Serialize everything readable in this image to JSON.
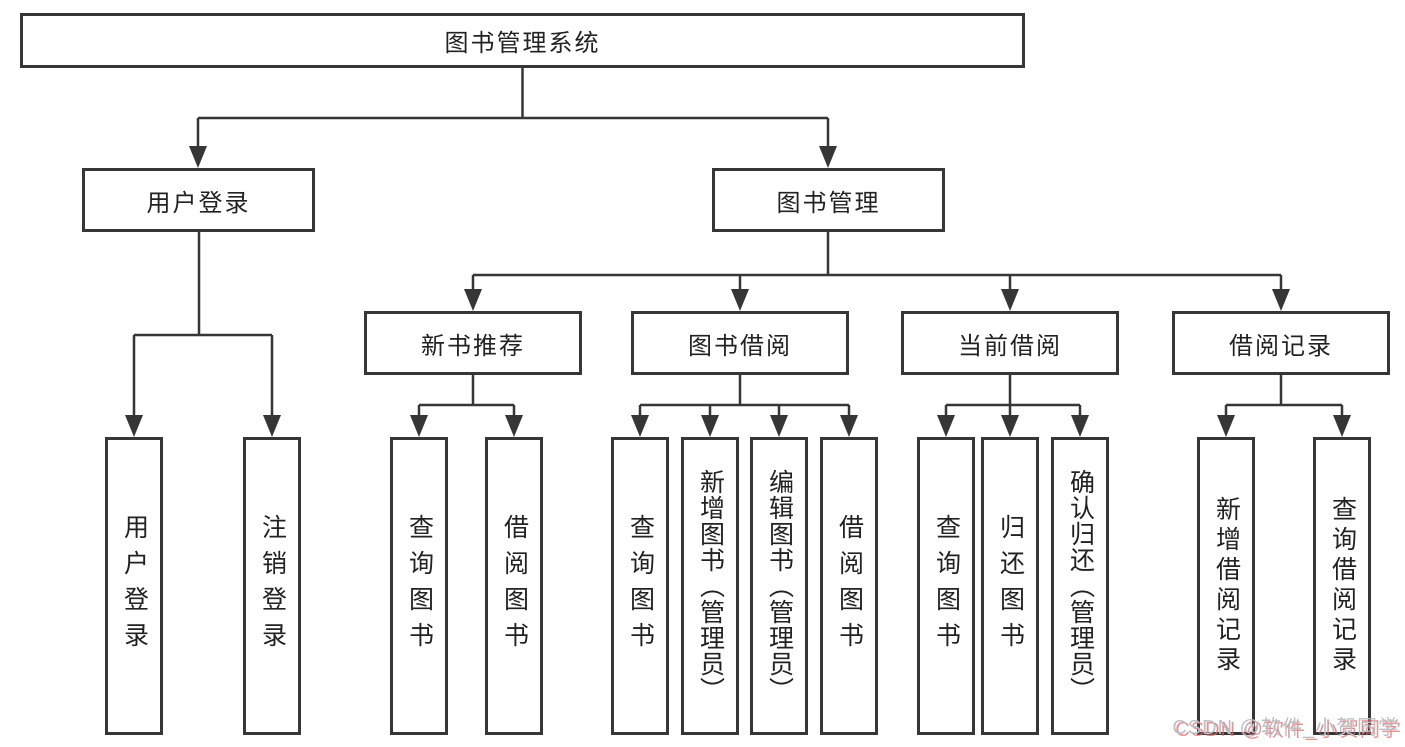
{
  "diagram_title": "图书管理系统",
  "tree": {
    "label": "图书管理系统",
    "children": [
      {
        "label": "用户登录",
        "children": [
          {
            "label": "用户登录"
          },
          {
            "label": "注销登录"
          }
        ]
      },
      {
        "label": "图书管理",
        "children": [
          {
            "label": "新书推荐",
            "children": [
              {
                "label": "查询图书"
              },
              {
                "label": "借阅图书"
              }
            ]
          },
          {
            "label": "图书借阅",
            "children": [
              {
                "label": "查询图书"
              },
              {
                "label": "新增图书（管理员）"
              },
              {
                "label": "编辑图书（管理员）"
              },
              {
                "label": "借阅图书"
              }
            ]
          },
          {
            "label": "当前借阅",
            "children": [
              {
                "label": "查询图书"
              },
              {
                "label": "归还图书"
              },
              {
                "label": "确认归还（管理员）"
              }
            ]
          },
          {
            "label": "借阅记录",
            "children": [
              {
                "label": "新增借阅记录"
              },
              {
                "label": "查询借阅记录"
              }
            ]
          }
        ]
      }
    ]
  },
  "watermark": {
    "text": "CSDN @软件_小贺同学"
  },
  "colors": {
    "line": "#363636",
    "text": "#222222",
    "background": "#ffffff",
    "watermark_gray": "#bcc0c7",
    "watermark_red": "#de6c6c"
  }
}
